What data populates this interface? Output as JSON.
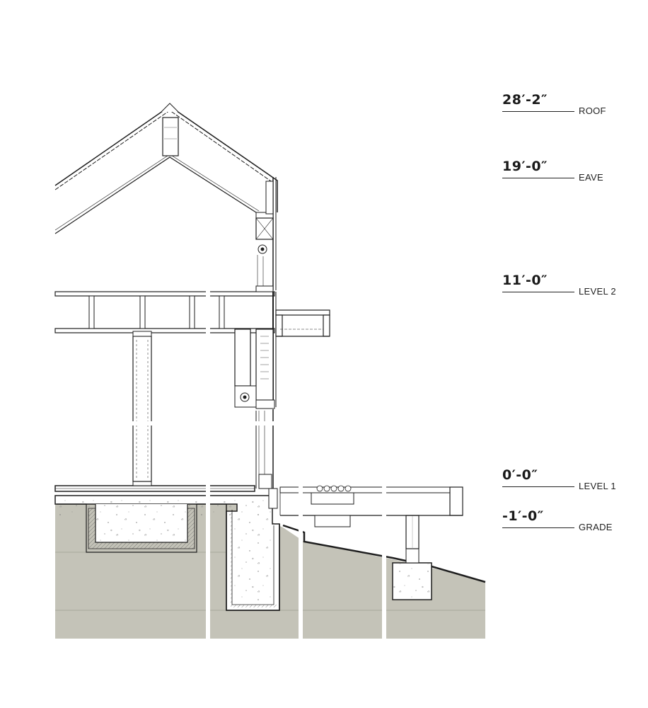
{
  "levels": [
    {
      "value": "28′-2″",
      "label": "ROOF"
    },
    {
      "value": "19′-0″",
      "label": "EAVE"
    },
    {
      "value": "11′-0″",
      "label": "LEVEL 2"
    },
    {
      "value": "0′-0″",
      "label": "LEVEL 1"
    },
    {
      "value": "-1′-0″",
      "label": "GRADE"
    }
  ],
  "colors": {
    "earth": "#c4c3b8",
    "line": "#1e1e1e",
    "concrete": "#ffffff"
  }
}
